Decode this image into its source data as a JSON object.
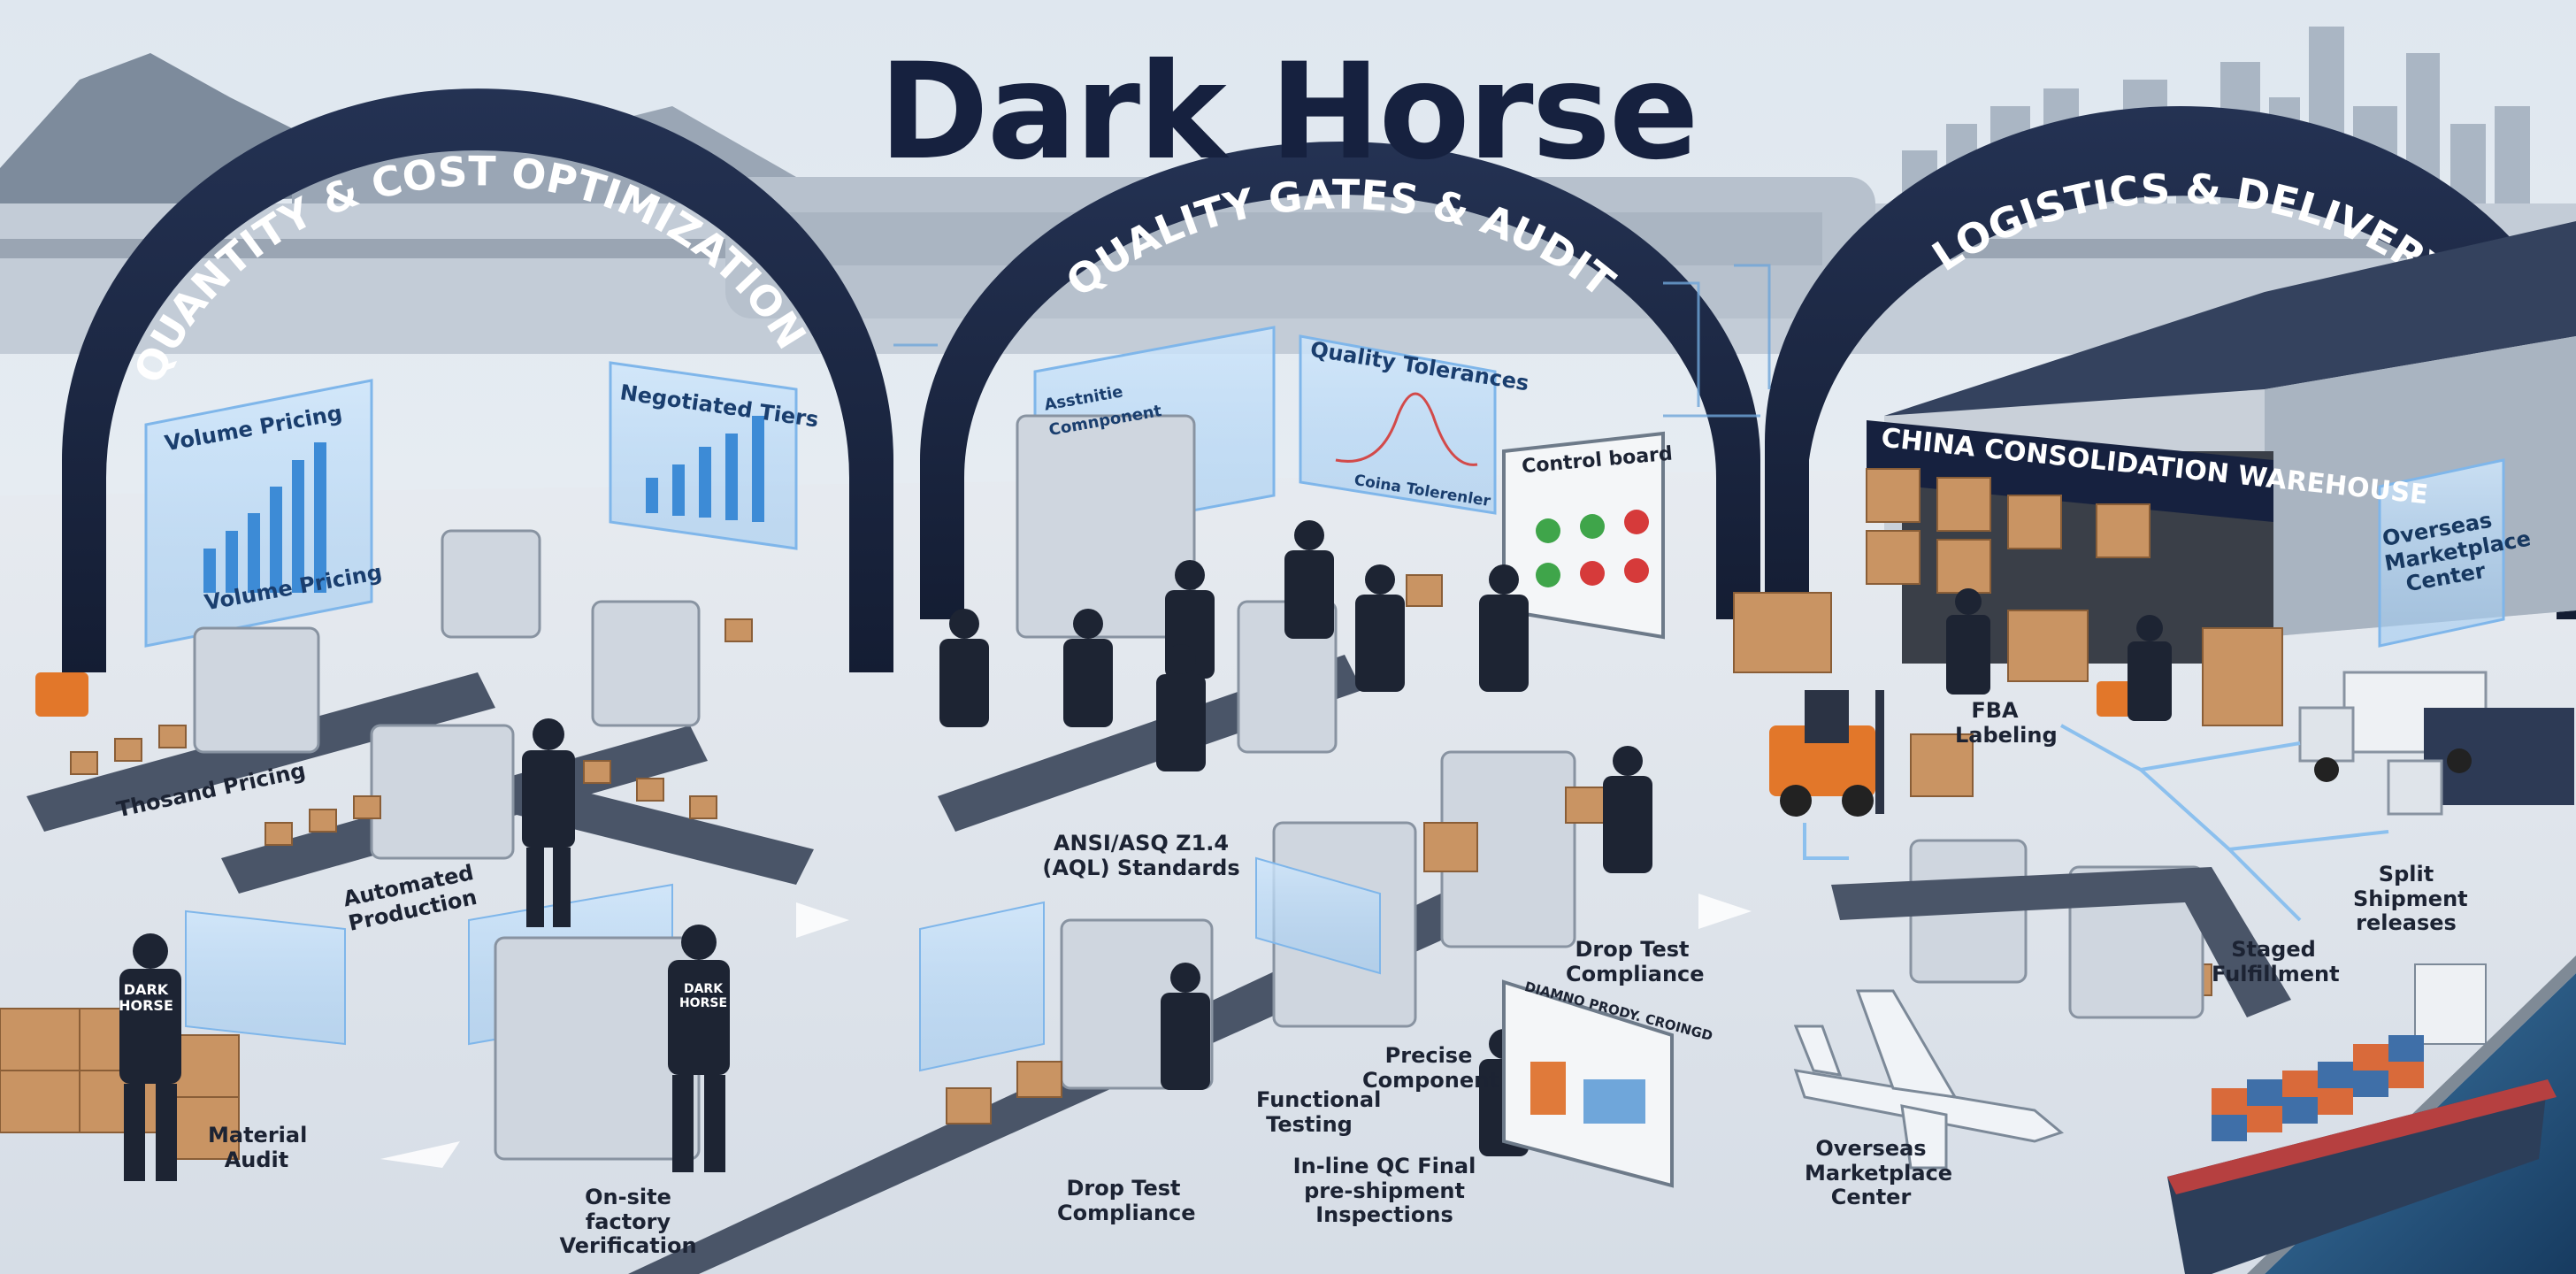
{
  "title": "Dark Horse",
  "zones": {
    "left_arch": "QUANTITY & COST OPTIMIZATION",
    "center_arch": "QUALITY GATES & AUDIT",
    "right_arch": "LOGISTICS & DELIVERY"
  },
  "holograms": {
    "volume_pricing_top": "Volume Pricing",
    "volume_pricing_bottom": "Volume Pricing",
    "negotiated_tiers": "Negotiated Tiers",
    "quality_tolerances": "Quality Tolerances",
    "quality_tolerances_caption": "Coina Tolerenler",
    "component_panel_line1": "Asstnitie",
    "component_panel_line2": "Comnponent",
    "control_board_title": "Control board",
    "warehouse_sign": "CHINA CONSOLIDATION WAREHOUSE",
    "overseas_sign": "Overseas Marketplace Center",
    "display_board_title": "DIAMNO PRODY. CROINGD"
  },
  "uniform_text": "DARK HORSE",
  "labels": {
    "thousand_pricing": "Thosand Pricing",
    "automated_production": "Automated Production",
    "material_audit": "Material Audit",
    "onsite_verification": "On-site factory Verification",
    "aql_standards": "ANSI/ASQ Z1.4 (AQL) Standards",
    "drop_test_top": "Drop Test Compliance",
    "precise_component": "Precise Component",
    "functional_testing": "Functional Testing",
    "drop_test_bottom": "Drop Test Compliance",
    "inline_qc": "In-line QC Final pre-shipment Inspections",
    "fba_labeling": "FBA Labeling",
    "split_shipment": "Split Shipment releases",
    "staged_fulfillment": "Staged Fulfillment",
    "overseas_center": "Overseas Marketplace Center"
  },
  "colors": {
    "navy": "#16213f",
    "arch": "#1b2744",
    "sky": "#e4ebf2",
    "holo": "#7fb6ea",
    "forklift": "#e2772a",
    "sea": "#1f4b75"
  }
}
